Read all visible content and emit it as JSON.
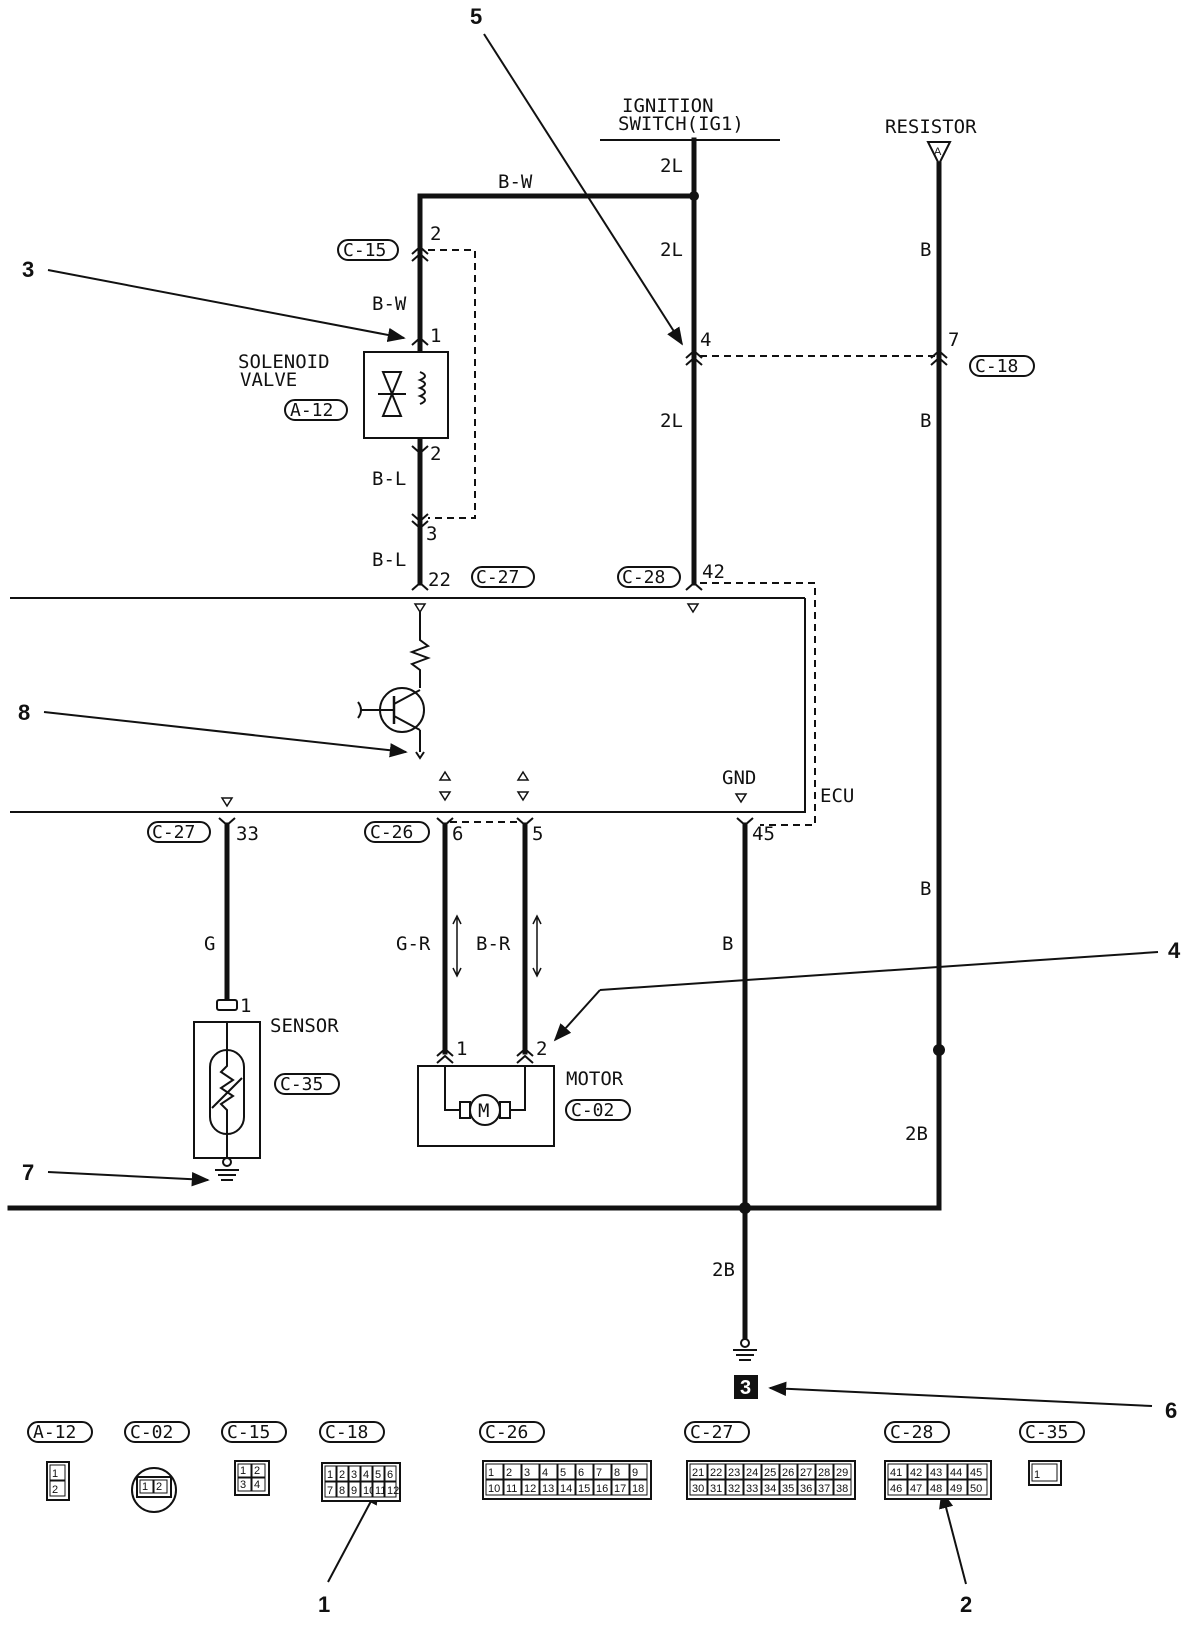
{
  "labels": {
    "ignition_line1": "IGNITION",
    "ignition_line2": "SWITCH(IG1)",
    "resistor": "RESISTOR",
    "resistor_connector": "A",
    "solenoid_line1": "SOLENOID",
    "solenoid_line2": "VALVE",
    "sensor": "SENSOR",
    "motor": "MOTOR",
    "ecu": "ECU",
    "gnd": "GND",
    "ground_point": "3"
  },
  "wires": {
    "bw_top": "B-W",
    "bw_left": "B-W",
    "bl_1": "B-L",
    "bl_2": "B-L",
    "ign_2l_1": "2L",
    "ign_2l_2": "2L",
    "ign_2l_3": "2L",
    "res_b_1": "B",
    "res_b_2": "B",
    "res_b_3": "B",
    "res_2b": "2B",
    "sensor_g": "G",
    "motor_gr": "G-R",
    "motor_br": "B-R",
    "gnd_b": "B",
    "gnd_2b": "2B"
  },
  "connectors": {
    "c15": "C-15",
    "a12": "A-12",
    "c27_top": "C-27",
    "c28": "C-28",
    "c18": "C-18",
    "c27_bottom": "C-27",
    "c26": "C-26",
    "c35": "C-35",
    "c02": "C-02"
  },
  "pins": {
    "c15_2": "2",
    "sol_1": "1",
    "sol_2": "2",
    "c15_3": "3",
    "c27_22": "22",
    "c28_42": "42",
    "ign_4": "4",
    "c18_7": "7",
    "c27_33": "33",
    "c26_6": "6",
    "c26_5": "5",
    "gnd_45": "45",
    "sensor_1": "1",
    "motor_1": "1",
    "motor_2": "2"
  },
  "callouts": [
    "1",
    "2",
    "3",
    "4",
    "5",
    "6",
    "7",
    "8"
  ],
  "legend": {
    "items": [
      {
        "label": "A-12",
        "pins": [
          "1",
          "2"
        ]
      },
      {
        "label": "C-02",
        "pins": [
          "1",
          "2"
        ]
      },
      {
        "label": "C-15",
        "pins": [
          "1",
          "2",
          "3",
          "4"
        ]
      },
      {
        "label": "C-18",
        "pins": [
          "1",
          "2",
          "3",
          "4",
          "5",
          "6",
          "7",
          "8",
          "9",
          "10",
          "11",
          "12"
        ]
      },
      {
        "label": "C-26",
        "pins": [
          "1",
          "2",
          "3",
          "4",
          "5",
          "6",
          "7",
          "8",
          "9",
          "10",
          "11",
          "12",
          "13",
          "14",
          "15",
          "16",
          "17",
          "18"
        ]
      },
      {
        "label": "C-27",
        "pins": [
          "21",
          "22",
          "23",
          "24",
          "25",
          "26",
          "27",
          "28",
          "29",
          "30",
          "31",
          "32",
          "33",
          "34",
          "35",
          "36",
          "37",
          "38"
        ]
      },
      {
        "label": "C-28",
        "pins": [
          "41",
          "42",
          "43",
          "44",
          "45",
          "46",
          "47",
          "48",
          "49",
          "50"
        ]
      },
      {
        "label": "C-35",
        "pins": [
          "1"
        ]
      }
    ]
  },
  "colors": {
    "ink": "#111111",
    "paper": "#ffffff"
  }
}
